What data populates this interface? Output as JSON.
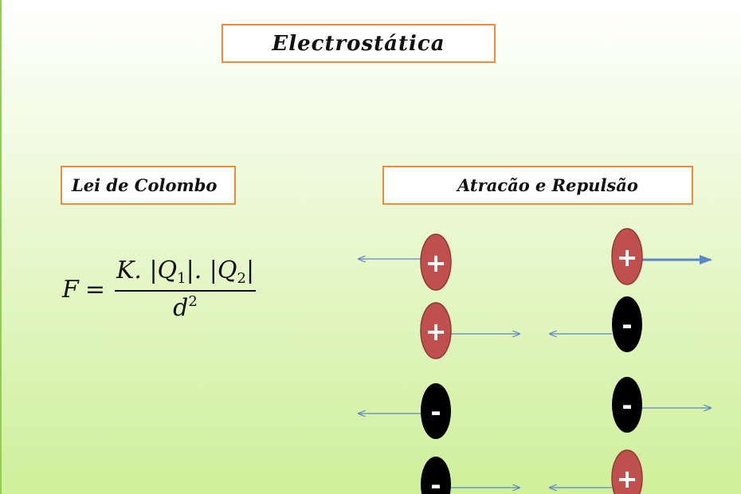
{
  "title": "Electrostática",
  "law": {
    "heading": "Lei de Colombo"
  },
  "formula": {
    "lhs": "F",
    "equals": "=",
    "numerator_prefix": "K. |Q",
    "sub1": "1",
    "numerator_mid": "|. |Q",
    "sub2": "2",
    "numerator_suffix": "|",
    "denominator": "d",
    "exponent": "2"
  },
  "attraction": {
    "heading": "Atracão e  Repulsão",
    "signs": {
      "positive": "+",
      "negative": "-"
    },
    "colors": {
      "positive": "#c0504d",
      "negative": "#000000",
      "arrow": "#5b86c4"
    }
  }
}
